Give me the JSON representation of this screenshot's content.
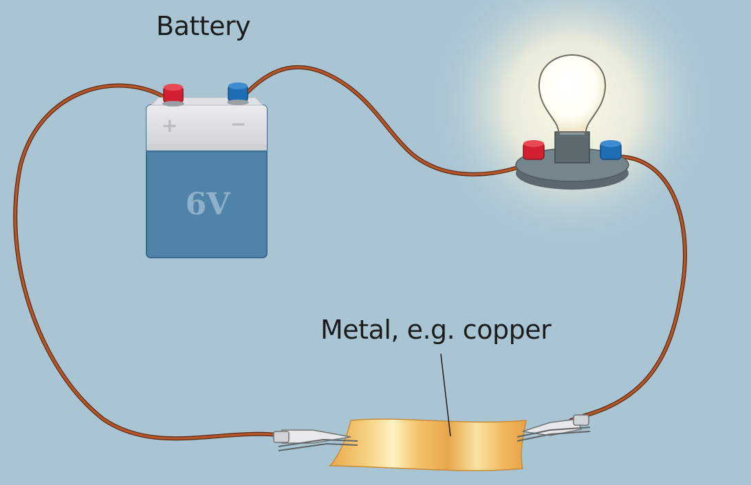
{
  "labels": {
    "battery": "Battery",
    "metal": "Metal, e.g. copper"
  },
  "battery": {
    "voltage": "6V",
    "positive_sign": "+",
    "negative_sign": "−"
  },
  "colors": {
    "background": "#a9c5d4",
    "wire": "#a2481e",
    "battery_body": "#4f83a8",
    "positive_terminal": "#d32030",
    "negative_terminal": "#1f6db3",
    "copper_strip": "#f2c16a"
  }
}
